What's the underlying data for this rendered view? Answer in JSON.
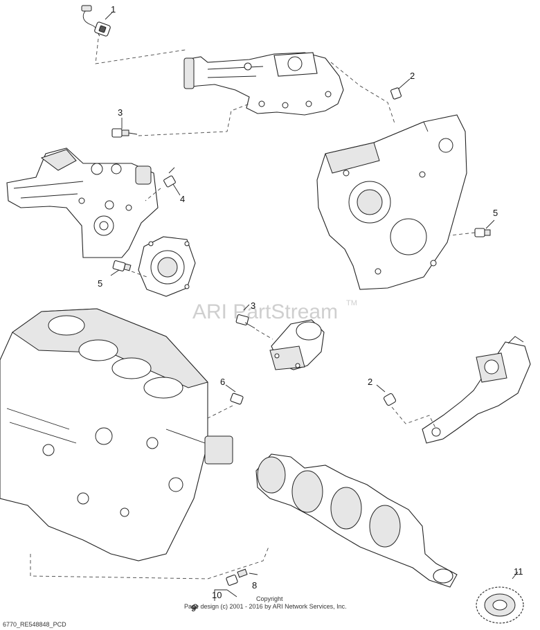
{
  "watermark": {
    "text": "ARI PartStream",
    "trademark": "TM"
  },
  "callouts": {
    "c1": "1",
    "c2a": "2",
    "c2b": "2",
    "c3a": "3",
    "c3b": "3",
    "c4": "4",
    "c5a": "5",
    "c5b": "5",
    "c6": "6",
    "c8": "8",
    "c9": "9",
    "c10": "10",
    "c11": "11"
  },
  "footer": {
    "code": "6770_RE548848_PCD",
    "copyright_label": "Copyright",
    "copyright_text": "Page design (c) 2001 - 2016 by ARI Network Services, Inc."
  }
}
